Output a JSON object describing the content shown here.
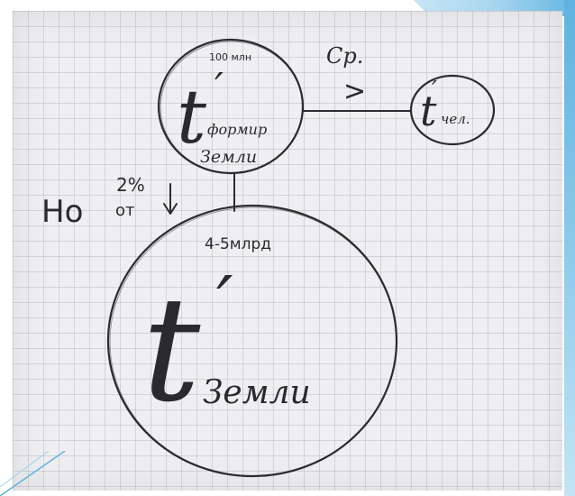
{
  "diagram": {
    "nodes": {
      "formation": {
        "top_note": "100 млн",
        "symbol": "t",
        "prime": "′",
        "subscript_line1": "формир",
        "subscript_line2": "Земли"
      },
      "human": {
        "symbol": "t",
        "prime": "′",
        "subscript": "чел."
      },
      "earth": {
        "top_note": "4-5млрд",
        "symbol": "t",
        "prime": "′",
        "subscript": "Земли"
      }
    },
    "edges": {
      "formation_to_human": {
        "label": "Ср.",
        "relation": ">"
      },
      "formation_to_earth": {
        "label_line1": "2%",
        "label_line2": "от"
      }
    },
    "side_note": "Но"
  },
  "colors": {
    "ink": "#2b2b30",
    "paper": "#efeff1",
    "accent": "#66b6e3"
  }
}
